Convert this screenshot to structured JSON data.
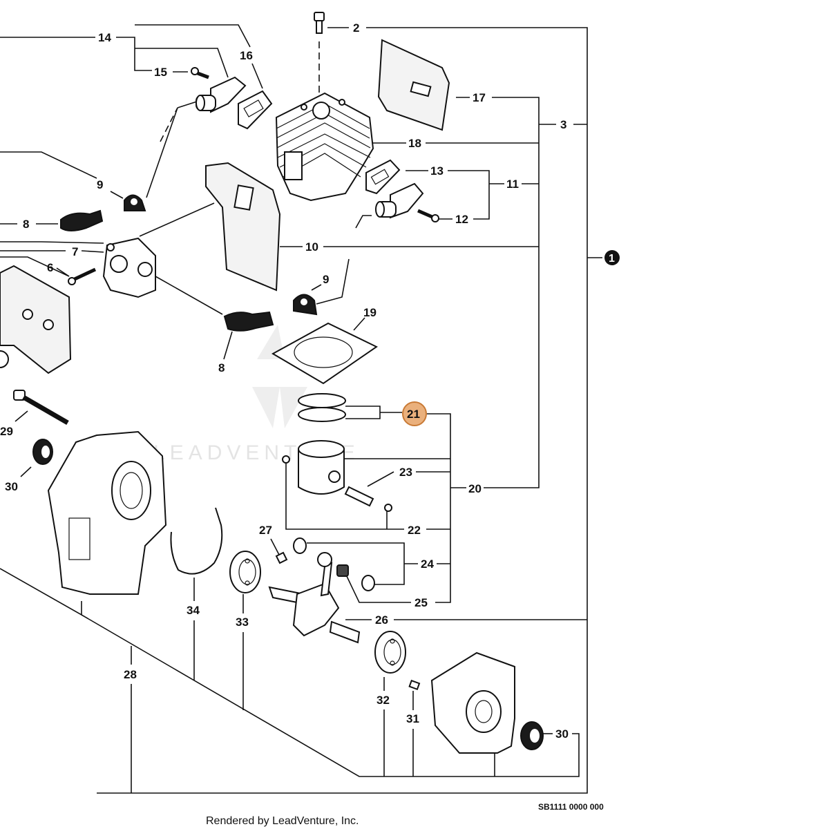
{
  "watermark": {
    "brand": "LEADVENTURE"
  },
  "footer": {
    "rendered_by": "Rendered by LeadVenture, Inc.",
    "diagram_code": "SB1111 0000 000"
  },
  "callouts": {
    "c1": "1",
    "c2": "2",
    "c3": "3",
    "c6": "6",
    "c7": "7",
    "c8a": "8",
    "c8b": "8",
    "c9a": "9",
    "c9b": "9",
    "c10": "10",
    "c11": "11",
    "c12": "12",
    "c13": "13",
    "c14": "14",
    "c15": "15",
    "c16": "16",
    "c17": "17",
    "c18": "18",
    "c19": "19",
    "c20": "20",
    "c21": "21",
    "c22": "22",
    "c23": "23",
    "c24": "24",
    "c25": "25",
    "c26": "26",
    "c27": "27",
    "c28": "28",
    "c29": "29",
    "c30a": "30",
    "c30b": "30",
    "c31": "31",
    "c32": "32",
    "c33": "33",
    "c34": "34"
  },
  "highlight": {
    "part": "21",
    "color": "#eab07c"
  }
}
